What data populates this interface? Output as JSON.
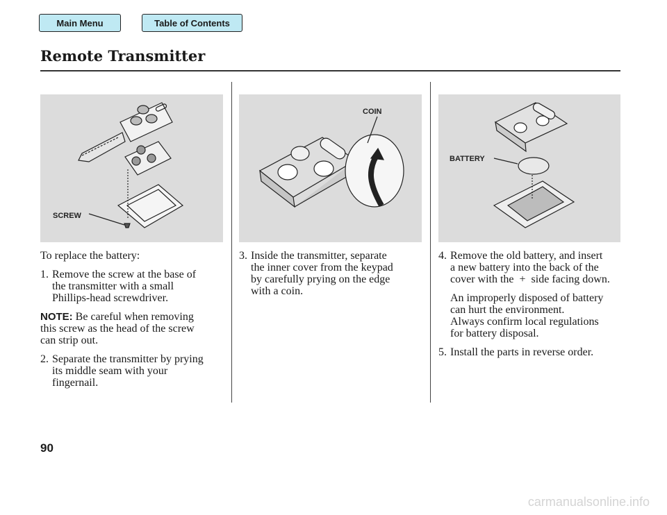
{
  "nav": {
    "main_menu": "Main Menu",
    "toc": "Table of Contents"
  },
  "page": {
    "title": "Remote Transmitter",
    "number": "90"
  },
  "figures": {
    "screw_label": "SCREW",
    "coin_label": "COIN",
    "battery_label": "BATTERY"
  },
  "col1": {
    "intro": "To replace the battery:",
    "step1": {
      "num": "1.",
      "lines": [
        "Remove the screw at the base of",
        "the transmitter with a small",
        "Phillips-head screwdriver."
      ]
    },
    "note": {
      "label": "NOTE:",
      "lines": [
        "Be careful when removing",
        "this screw as the head of the screw",
        "can strip out."
      ]
    },
    "step2": {
      "num": "2.",
      "lines": [
        "Separate the transmitter by prying",
        "its middle seam with your",
        "fingernail."
      ]
    }
  },
  "col2": {
    "step3": {
      "num": "3.",
      "lines": [
        "Inside the transmitter, separate",
        "the inner cover from the keypad",
        "by carefully prying on the edge",
        "with a coin."
      ]
    }
  },
  "col3": {
    "step4": {
      "num": "4.",
      "lines": [
        "Remove the old battery, and insert",
        "a new battery into the back of the",
        "cover with the  +  side facing down."
      ]
    },
    "warning": [
      "An improperly disposed of battery",
      "can hurt the environment.",
      "Always confirm local regulations",
      "for battery disposal."
    ],
    "step5": {
      "num": "5.",
      "lines": [
        "Install the parts in reverse order."
      ]
    }
  },
  "watermark": "carmanualsonline.info"
}
